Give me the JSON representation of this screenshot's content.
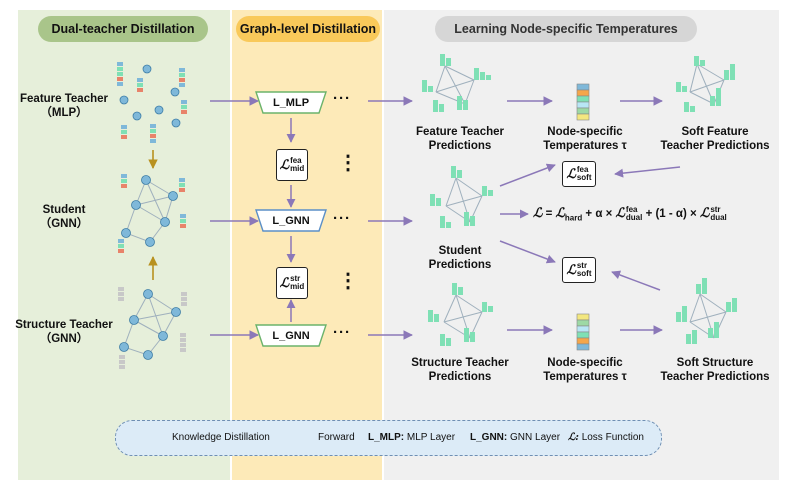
{
  "sections": {
    "dual": "Dual-teacher Distillation",
    "graph": "Graph-level Distillation",
    "learn": "Learning Node-specific Temperatures"
  },
  "left_labels": {
    "feature_teacher": "Feature Teacher",
    "feature_teacher_model": "（MLP）",
    "student": "Student",
    "student_model": "（GNN）",
    "structure_teacher": "Structure Teacher",
    "structure_teacher_model": "（GNN）"
  },
  "layers": {
    "mlp": "L_MLP",
    "gnn_student": "L_GNN",
    "gnn_structure": "L_GNN"
  },
  "losses": {
    "symbol": "ℒ",
    "mid_fea_sup": "fea",
    "mid_fea_sub": "mid",
    "mid_str_sup": "str",
    "mid_str_sub": "mid",
    "soft_fea_sup": "fea",
    "soft_fea_sub": "soft",
    "soft_str_sup": "str",
    "soft_str_sub": "soft"
  },
  "ellipsis": "···",
  "vertical_dots": "⋮",
  "right_labels": {
    "fea_pred_1": "Feature Teacher",
    "fea_pred_2": "Predictions",
    "temp_top_1": "Node-specific",
    "temp_top_2": "Temperatures τ",
    "soft_fea_1": "Soft Feature",
    "soft_fea_2": "Teacher Predictions",
    "stu_pred_1": "Student",
    "stu_pred_2": "Predictions",
    "str_pred_1": "Structure Teacher",
    "str_pred_2": "Predictions",
    "temp_bot_1": "Node-specific",
    "temp_bot_2": "Temperatures τ",
    "soft_str_1": "Soft Structure",
    "soft_str_2": "Teacher Predictions"
  },
  "equation": {
    "lhs": "ℒ",
    "equals": "=",
    "hard_sub": "hard",
    "plus1": "+ α ×",
    "dual_fea_sup": "fea",
    "dual_sub": "dual",
    "plus2": "+ (1 - α) ×",
    "dual_str_sup": "str"
  },
  "legend": {
    "kd": "Knowledge Distillation",
    "forward": "Forward",
    "mlp_key": "L_MLP:",
    "mlp_desc": "MLP Layer",
    "gnn_key": "L_GNN:",
    "gnn_desc": "GNN Layer",
    "loss_key": "ℒ:",
    "loss_desc": "Loss Function"
  },
  "colors": {
    "green_bg": "#e6efda",
    "yellow_bg": "#fdeab8",
    "gray_bg": "#f0f0f0",
    "green_pill": "#a9c58a",
    "yellow_pill": "#f9c95a",
    "gray_pill": "#d6d6d6",
    "arrow_purple": "#8b78b8",
    "arrow_gold": "#b8911f",
    "node_blue": "#7fb8d9",
    "bar_green": "#7fe0b5",
    "layer_green": "#6bb36b",
    "layer_blue": "#5b8fc7"
  }
}
